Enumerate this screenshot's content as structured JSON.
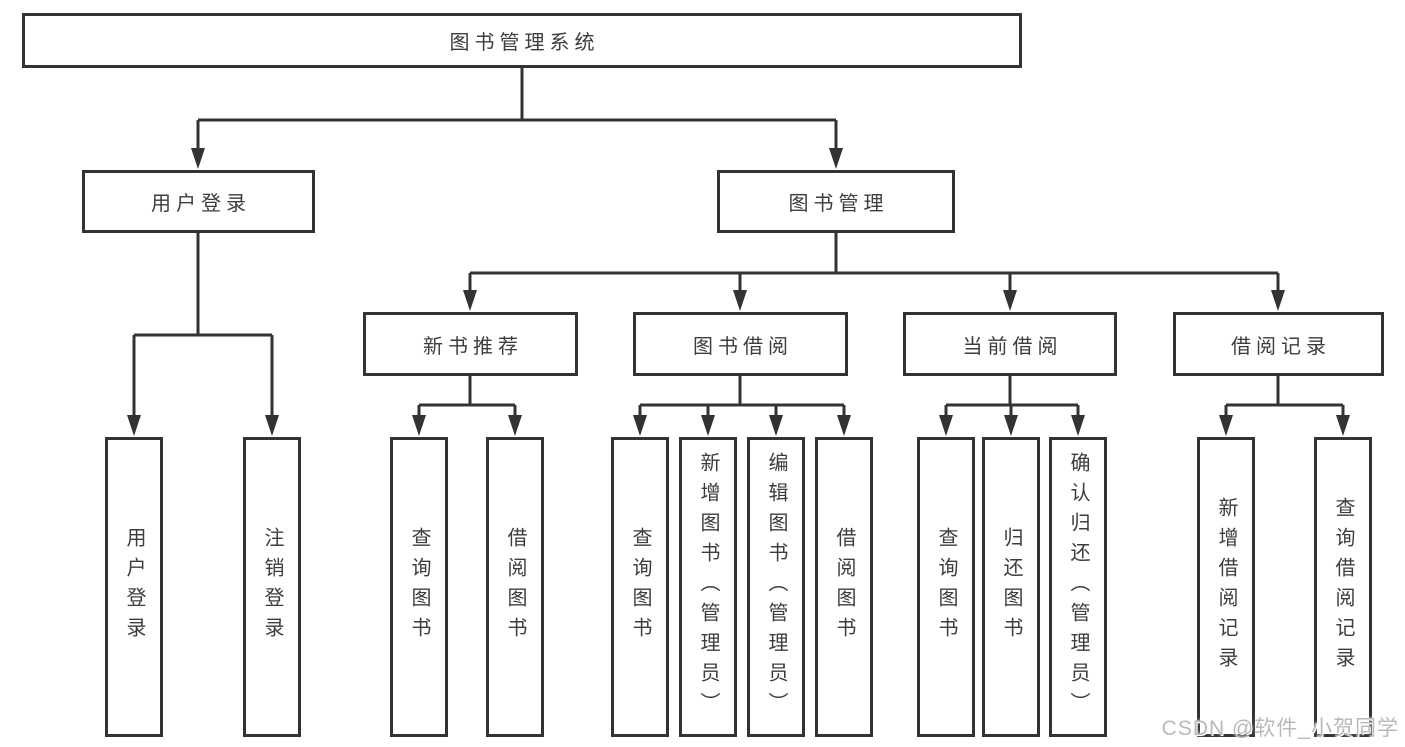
{
  "diagram": {
    "root": {
      "label": "图书管理系统"
    },
    "level2": [
      {
        "label": "用户登录"
      },
      {
        "label": "图书管理"
      }
    ],
    "level3": [
      {
        "label": "新书推荐"
      },
      {
        "label": "图书借阅"
      },
      {
        "label": "当前借阅"
      },
      {
        "label": "借阅记录"
      }
    ],
    "level4": [
      {
        "label": "用户登录"
      },
      {
        "label": "注销登录"
      },
      {
        "label": "查询图书"
      },
      {
        "label": "借阅图书"
      },
      {
        "label": "查询图书"
      },
      {
        "label": "新增图书（管理员）"
      },
      {
        "label": "编辑图书（管理员）"
      },
      {
        "label": "借阅图书"
      },
      {
        "label": "查询图书"
      },
      {
        "label": "归还图书"
      },
      {
        "label": "确认归还（管理员）"
      },
      {
        "label": "新增借阅记录"
      },
      {
        "label": "查询借阅记录"
      }
    ]
  },
  "watermark": {
    "text": "CSDN @软件_小贺同学"
  },
  "colors": {
    "line": "#333333",
    "text": "#3d3d3d",
    "watermark": "#b9b9b9",
    "background": "#ffffff"
  }
}
